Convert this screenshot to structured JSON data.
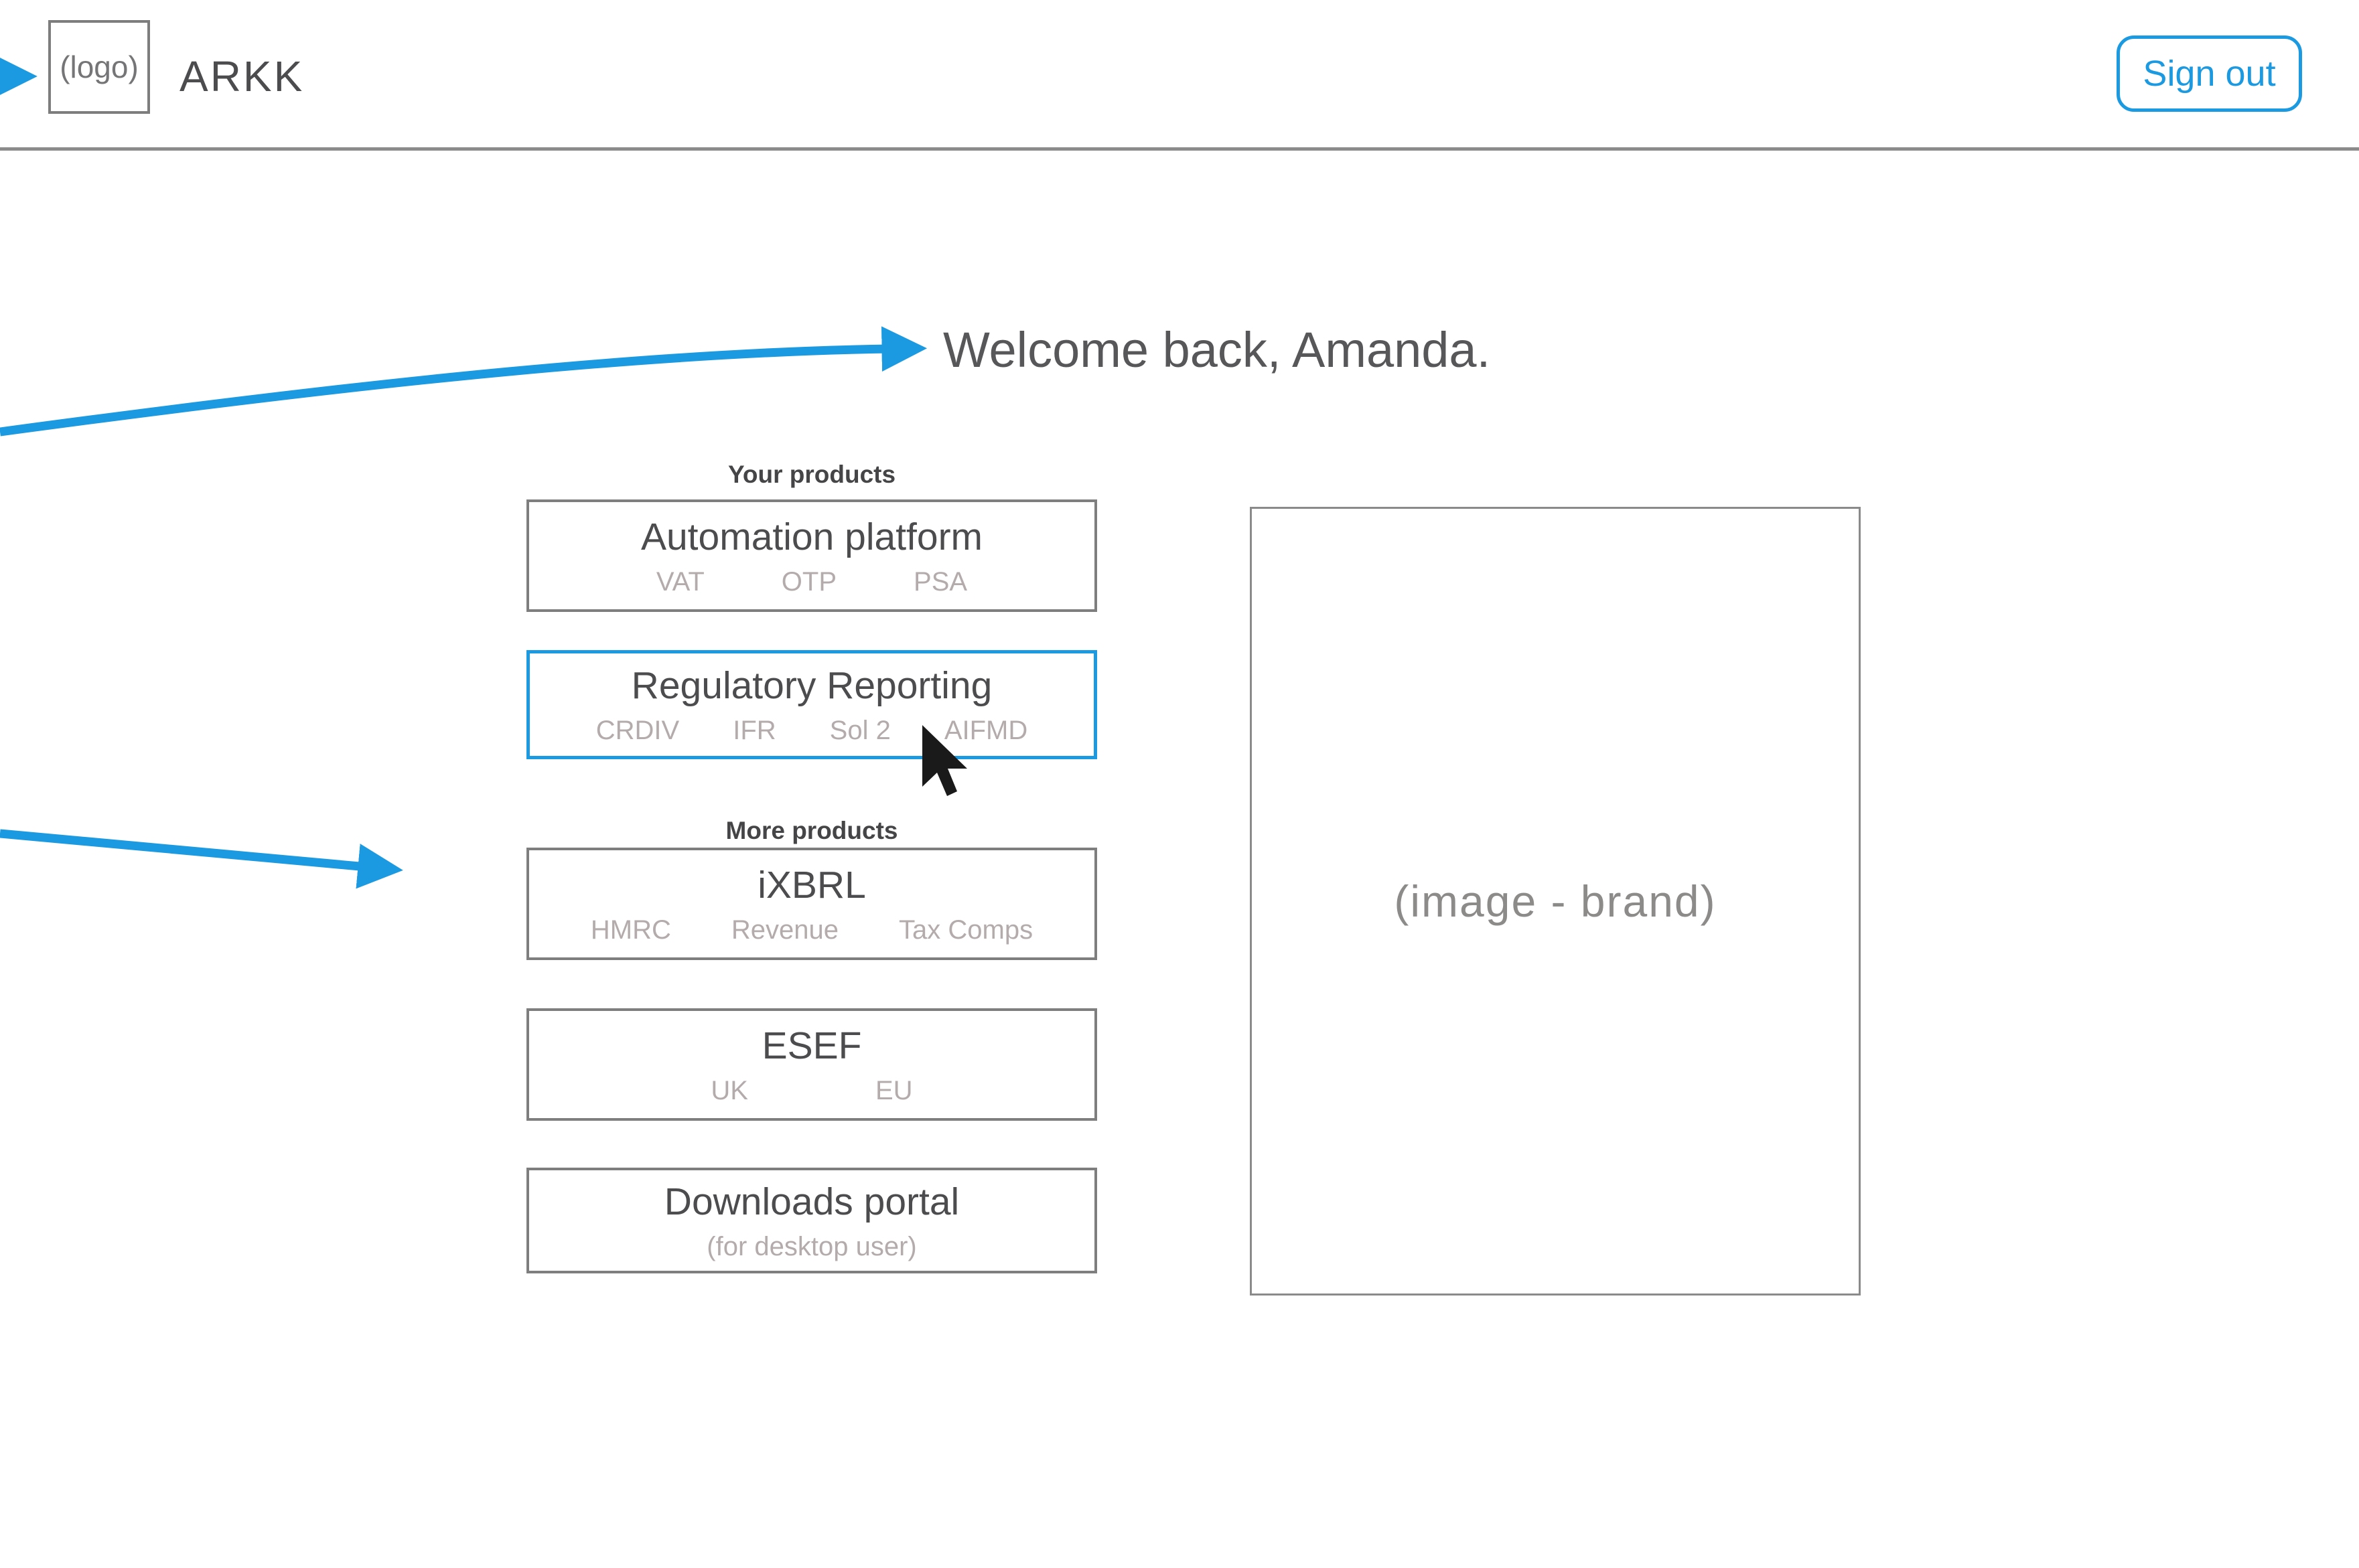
{
  "header": {
    "logo_text": "(logo)",
    "brand_name": "ARKK",
    "sign_out_label": "Sign out"
  },
  "welcome_text": "Welcome back, Amanda.",
  "products": {
    "your_heading": "Your products",
    "more_heading": "More products",
    "cards": [
      {
        "title": "Automation platform",
        "tags": [
          "VAT",
          "OTP",
          "PSA"
        ],
        "state": "default"
      },
      {
        "title": "Regulatory Reporting",
        "tags": [
          "CRDIV",
          "IFR",
          "Sol 2",
          "AIFMD"
        ],
        "state": "highlighted"
      },
      {
        "title": "iXBRL",
        "tags": [
          "HMRC",
          "Revenue",
          "Tax Comps"
        ],
        "state": "default"
      },
      {
        "title": "ESEF",
        "tags": [
          "UK",
          "EU"
        ],
        "state": "default"
      },
      {
        "title": "Downloads portal",
        "tags": [
          "(for desktop user)"
        ],
        "state": "default"
      }
    ]
  },
  "image_placeholder_text": "(image - brand)",
  "colors": {
    "accent_blue": "#1b9ae2",
    "card_border_gray": "#7e7e7e",
    "title_text": "#4c4c4e",
    "muted_tag_text": "#b4acac",
    "welcome_text": "#57575a",
    "cursor_black": "#1a1a1a"
  }
}
